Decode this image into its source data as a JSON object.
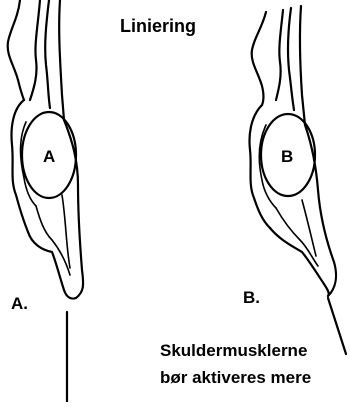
{
  "title": "Liniering",
  "figures": {
    "a": {
      "caption": "A.",
      "circle_label": "A"
    },
    "b": {
      "caption": "B.",
      "circle_label": "B"
    }
  },
  "annotation": {
    "line1": "Skuldermusklerne",
    "line2": "bør aktiveres mere"
  },
  "colors": {
    "ink": "#000000",
    "background": "#ffffff"
  }
}
